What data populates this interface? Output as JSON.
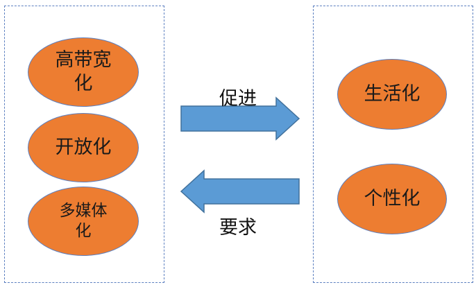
{
  "left_group": {
    "items": [
      {
        "label": "高带宽化"
      },
      {
        "label": "开放化"
      },
      {
        "label": "多媒体化"
      }
    ]
  },
  "right_group": {
    "items": [
      {
        "label": "生活化"
      },
      {
        "label": "个性化"
      }
    ]
  },
  "arrows": {
    "forward": {
      "label": "促进",
      "direction": "right"
    },
    "backward": {
      "label": "要求",
      "direction": "left"
    }
  },
  "colors": {
    "node_fill": "#ed7d31",
    "node_border": "#5b7fc0",
    "arrow_fill": "#5b9bd5",
    "arrow_border": "#41719c",
    "group_border": "#5b7fc0"
  }
}
